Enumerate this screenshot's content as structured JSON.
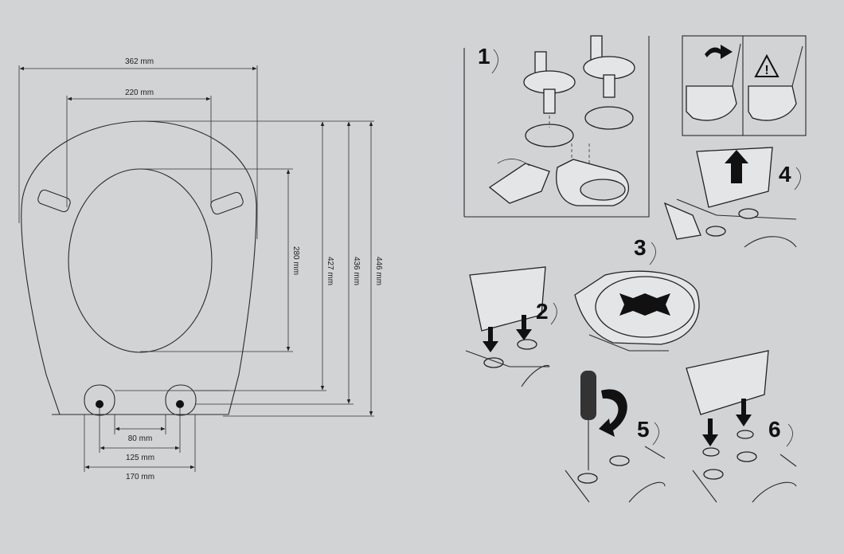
{
  "dimensions": {
    "outer_width": "362 mm",
    "hinge_span": "220 mm",
    "bolt_inner": "80 mm",
    "bolt_centers": "125 mm",
    "bolt_outer": "170 mm",
    "opening_length": "280 mm",
    "length_a": "427 mm",
    "length_b": "436 mm",
    "length_c": "446 mm"
  },
  "steps": [
    "1",
    "2",
    "3",
    "4",
    "5",
    "6"
  ],
  "colors": {
    "background": "#d2d3d5",
    "line": "#222222"
  }
}
